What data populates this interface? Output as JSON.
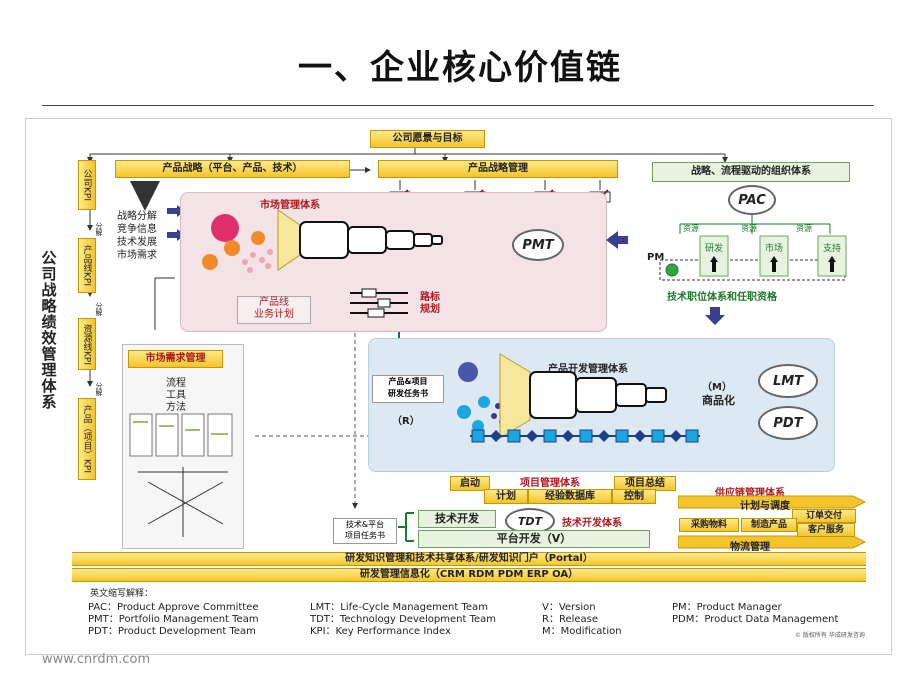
{
  "title": "一、企业核心价值链",
  "side_title": "公司战略绩效管理体系",
  "top": {
    "vision": "公司愿景与目标",
    "product_strategy": "产品战略（平台、产品、技术）",
    "product_strategy_mgmt": "产品战略管理",
    "org_system": "战略、流程驱动的组织体系"
  },
  "kpi_boxes": [
    "公司KPI",
    "产品线KPI",
    "资源线KPI",
    "产品（项目）KPI"
  ],
  "kpi_arrow_label": "分解",
  "strategy_inputs": [
    "战略分解",
    "竞争信息",
    "技术发展",
    "市场需求"
  ],
  "market": {
    "title": "市场管理体系",
    "badge": "PMT",
    "plan": "产品线\n业务计划",
    "roadmap": "路标\n规划"
  },
  "org": {
    "pac": "PAC",
    "resource_labels": [
      "资源",
      "资源",
      "资源"
    ],
    "departments": [
      "研发",
      "市场",
      "支持"
    ],
    "pm": "PM",
    "job_system": "技术职位体系和任职资格"
  },
  "demand": {
    "title": "市场需求管理",
    "items": [
      "流程",
      "工具",
      "方法"
    ]
  },
  "dev": {
    "title": "产品开发管理体系",
    "task_book": "产品&项目\n研发任务书",
    "r_label": "（R）",
    "m_label": "（M）",
    "commercialize": "商品化",
    "lmt": "LMT",
    "pdt": "PDT"
  },
  "project": {
    "start": "启动",
    "title": "项目管理体系",
    "summary": "项目总结",
    "plan": "计划",
    "experience_db": "经验数据库",
    "control": "控制"
  },
  "tech": {
    "task_book": "技术&平台\n项目任务书",
    "tech_dev": "技术开发",
    "tdt": "TDT",
    "system": "技术开发体系",
    "platform": "平台开发（V）"
  },
  "supply": {
    "title": "供应链管理体系",
    "plan": "计划与调度",
    "delivery": "订单交付",
    "purchase": "采购物料",
    "manufacture": "制造产品",
    "customer": "客户服务",
    "logistics": "物流管理"
  },
  "bands": [
    "研发知识管理和技术共享体系/研发知识门户（Portal）",
    "研发管理信息化（CRM RDM PDM ERP OA）"
  ],
  "abbr_title": "英文缩写解释：",
  "abbreviations": [
    [
      "PAC：Product Approve Committee",
      "LMT：Life-Cycle Management Team",
      "V：Version",
      "PM：Product Manager"
    ],
    [
      "PMT：Portfolio Management Team",
      "TDT：Technology Development Team",
      "R：Release",
      "PDM：Product Data Management"
    ],
    [
      "PDT：Product Development Team",
      "KPI：Key Performance Index",
      "M：Modification",
      ""
    ]
  ],
  "copyright": "© 版权所有 华成研发咨询",
  "footer": "www.cnrdm.com",
  "colors": {
    "yellow": "#f3c52b",
    "red": "#b0181f",
    "green": "#1d7a2c",
    "pink_panel": "#f3e3e6",
    "blue_panel": "#dde9f2",
    "navy": "#1f3f8c"
  }
}
